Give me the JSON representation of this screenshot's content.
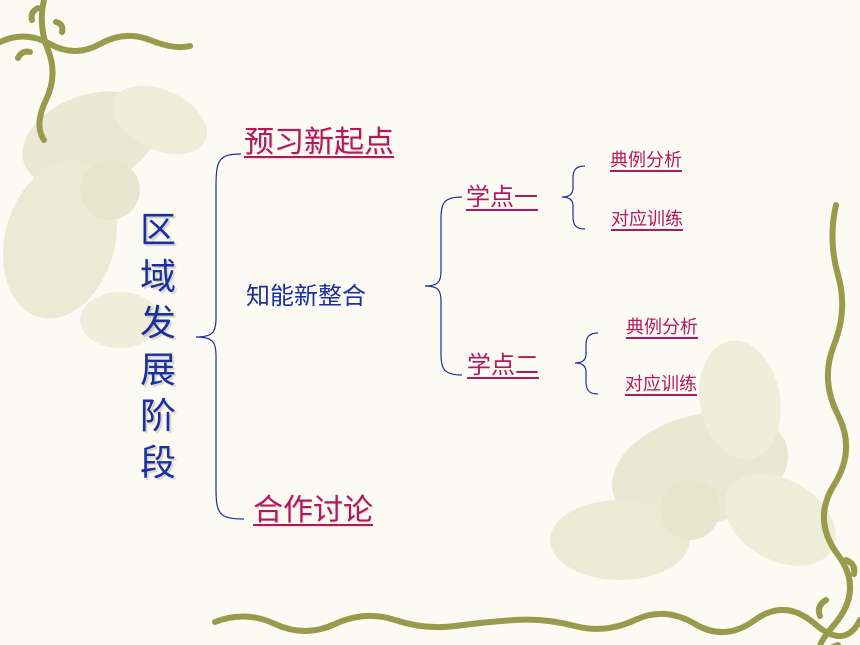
{
  "slide": {
    "title": "区域发展阶段",
    "section_preview": "预习新起点",
    "section_integration": "知能新整合",
    "section_discussion": "合作讨论",
    "point_one": {
      "label": "学点一",
      "items": [
        "典例分析",
        "对应训练"
      ]
    },
    "point_two": {
      "label": "学点二",
      "items": [
        "典例分析",
        "对应训练"
      ]
    }
  },
  "colors": {
    "title": "#1c2f9e",
    "link": "#b5175c",
    "bracket": "#1c2f9e",
    "vine": "#9a9a4c",
    "background": "#fbfbf3"
  }
}
